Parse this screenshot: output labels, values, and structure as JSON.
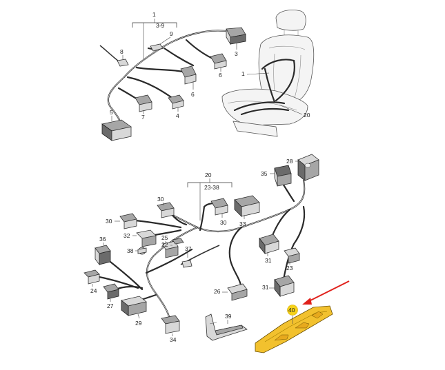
{
  "labels": {
    "group_top_num": "1",
    "group_top_range": "3-9",
    "group_bottom_num": "20",
    "group_bottom_range": "23-38",
    "l1_seat": "1",
    "l20_seat": "20",
    "l3": "3",
    "l9": "9",
    "l8": "8",
    "l6a": "6",
    "l6b": "6",
    "l4": "4",
    "l7": "7",
    "l5": "5",
    "l28": "28",
    "l35": "35",
    "l30a": "30",
    "l30b": "30",
    "l30c": "30",
    "l33": "33",
    "l32": "32",
    "l36": "36",
    "l25": "25",
    "l38": "38",
    "l22": "22",
    "l37": "37",
    "l31a": "31",
    "l31b": "31",
    "l23": "23",
    "l24": "24",
    "l27": "27",
    "l26": "26",
    "l29": "29",
    "l39": "39",
    "l34": "34",
    "l40": "40"
  },
  "colors": {
    "highlight_part": "#f2c12e",
    "highlight_badge": "#f5d21a",
    "pointer_arrow": "#e0201b",
    "wire": "#2a2a2a"
  }
}
